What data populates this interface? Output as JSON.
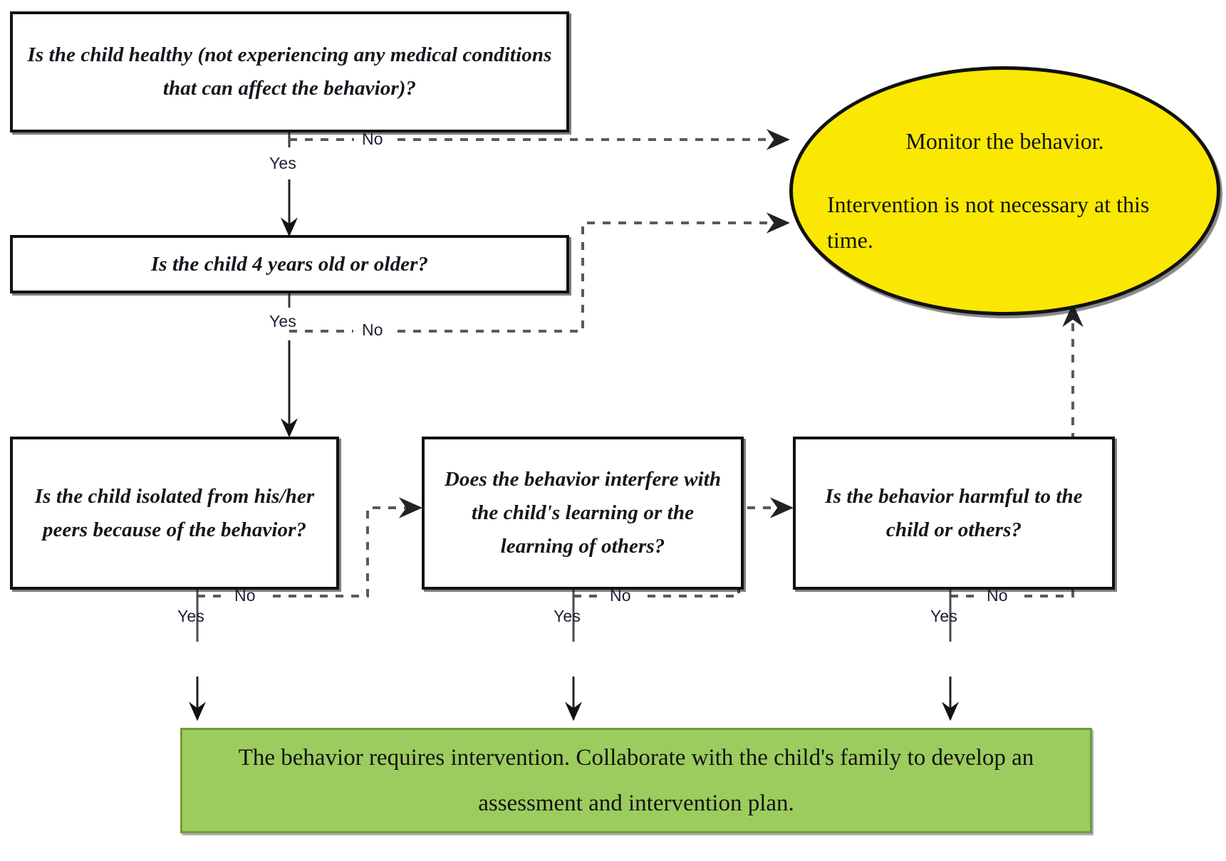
{
  "diagram": {
    "title": "Behavior intervention decision flowchart",
    "colors": {
      "monitor_fill": "#FAE802",
      "outcome_fill": "#9CCC5E",
      "outcome_border": "#6F9C3A",
      "box_border": "#111111",
      "text": "#13161C"
    },
    "nodes": [
      {
        "id": "q1",
        "type": "decision",
        "text": "Is the child healthy (not experiencing any medical conditions that can affect the behavior)?"
      },
      {
        "id": "q2",
        "type": "decision",
        "text": "Is the child 4 years old or older?"
      },
      {
        "id": "q3",
        "type": "decision",
        "text": "Is the child isolated from his/her peers because of the behavior?"
      },
      {
        "id": "q4",
        "type": "decision",
        "text": "Does the behavior interfere with the child's learning or the learning of others?"
      },
      {
        "id": "q5",
        "type": "decision",
        "text": "Is the behavior harmful to the child or others?"
      },
      {
        "id": "monitor",
        "type": "terminal-monitor",
        "line1": "Monitor the behavior.",
        "line2": "Intervention is not necessary at this time.",
        "text": "Monitor the behavior. Intervention is not necessary at this time."
      },
      {
        "id": "intervene",
        "type": "terminal-intervene",
        "text": "The behavior requires intervention.  Collaborate with the child's family to develop an assessment and intervention plan."
      }
    ],
    "edges": [
      {
        "id": "e-q1-no",
        "from": "q1",
        "to": "monitor",
        "label": "No"
      },
      {
        "id": "e-q1-yes",
        "from": "q1",
        "to": "q2",
        "label": "Yes"
      },
      {
        "id": "e-q2-no",
        "from": "q2",
        "to": "monitor",
        "label": "No"
      },
      {
        "id": "e-q2-yes",
        "from": "q2",
        "to": "q3",
        "label": "Yes"
      },
      {
        "id": "e-q3-no",
        "from": "q3",
        "to": "q4",
        "label": "No"
      },
      {
        "id": "e-q3-yes",
        "from": "q3",
        "to": "intervene",
        "label": "Yes"
      },
      {
        "id": "e-q4-no",
        "from": "q4",
        "to": "q5",
        "label": "No"
      },
      {
        "id": "e-q4-yes",
        "from": "q4",
        "to": "intervene",
        "label": "Yes"
      },
      {
        "id": "e-q5-no",
        "from": "q5",
        "to": "monitor",
        "label": "No"
      },
      {
        "id": "e-q5-yes",
        "from": "q5",
        "to": "intervene",
        "label": "Yes"
      }
    ]
  }
}
